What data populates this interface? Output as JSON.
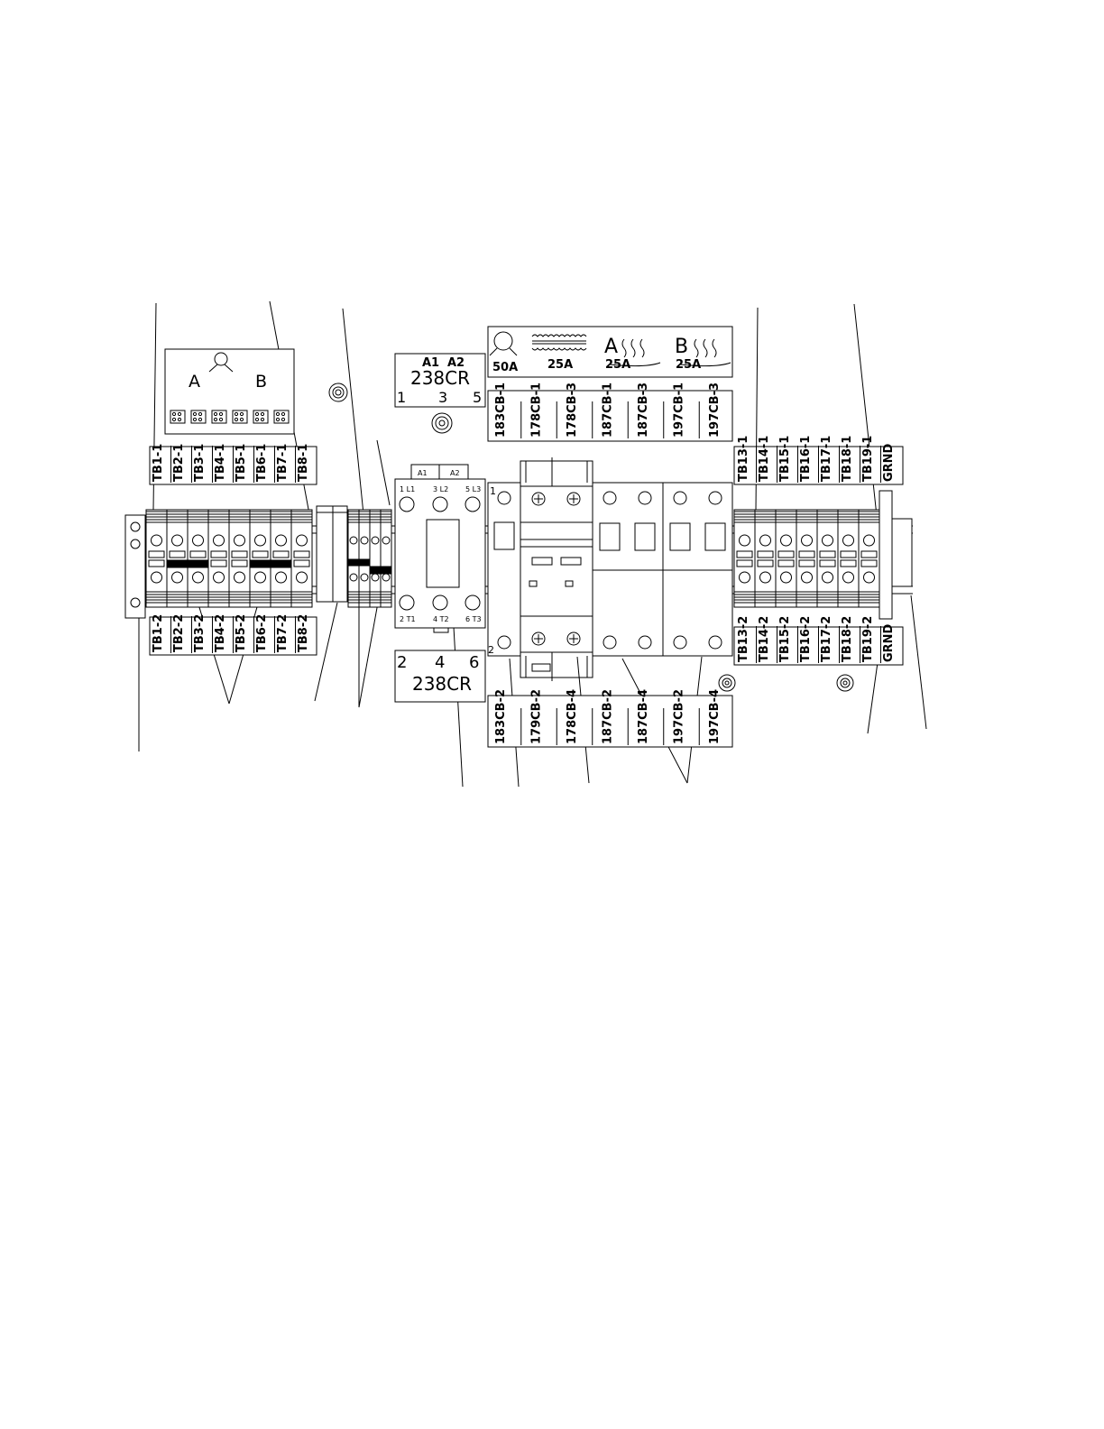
{
  "left_panel": {
    "heater_a": "A",
    "heater_b": "B"
  },
  "left_top_labels": [
    "TB1-1",
    "TB2-1",
    "TB3-1",
    "TB4-1",
    "TB5-1",
    "TB6-1",
    "TB7-1",
    "TB8-1"
  ],
  "left_bottom_labels": [
    "TB1-2",
    "TB2-2",
    "TB3-2",
    "TB4-2",
    "TB5-2",
    "TB6-2",
    "TB7-2",
    "TB8-2"
  ],
  "right_top_labels": [
    "TB13-1",
    "TB14-1",
    "TB15-1",
    "TB16-1",
    "TB17-1",
    "TB18-1",
    "TB19-1",
    "GRND"
  ],
  "right_bottom_labels": [
    "TB13-2",
    "TB14-2",
    "TB15-2",
    "TB16-2",
    "TB17-2",
    "TB18-2",
    "TB19-2",
    "GRND"
  ],
  "relay_top_label": {
    "a1": "A1",
    "a2": "A2",
    "name": "238CR",
    "p1": "1",
    "p3": "3",
    "p5": "5"
  },
  "relay_bottom_label": {
    "p2": "2",
    "p4": "4",
    "p6": "6",
    "name": "238CR"
  },
  "contactor": {
    "coil_a1": "A1",
    "coil_a2": "A2",
    "top_terms": [
      "1 L1",
      "3 L2",
      "5 L3"
    ],
    "bottom_terms": [
      "2 T1",
      "4 T2",
      "6 T3"
    ]
  },
  "breaker_top_ratings": [
    "50A",
    "25A",
    "25A",
    "25A"
  ],
  "breaker_top_letters": {
    "a": "A",
    "b": "B"
  },
  "breaker_top_labels": [
    "183CB-1",
    "178CB-1",
    "178CB-3",
    "187CB-1",
    "187CB-3",
    "197CB-1",
    "197CB-3"
  ],
  "breaker_bottom_labels": [
    "183CB-2",
    "179CB-2",
    "178CB-4",
    "187CB-2",
    "187CB-4",
    "197CB-2",
    "197CB-4"
  ],
  "breaker_terminal_marks": {
    "top": "1",
    "bottom": "2"
  }
}
